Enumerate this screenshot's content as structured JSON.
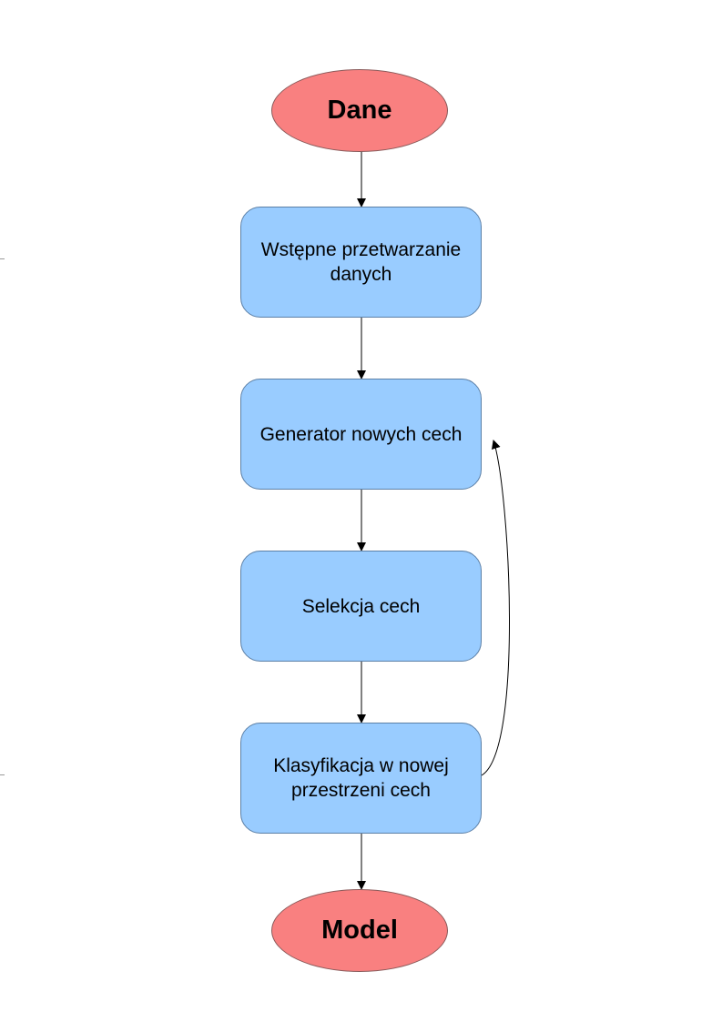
{
  "colors": {
    "terminal_fill": "#f98080",
    "process_fill": "#99ccff",
    "line": "#000000"
  },
  "nodes": {
    "start": {
      "label": "Dane"
    },
    "preprocess": {
      "label": "Wstępne przetwarzanie\ndanych"
    },
    "generator": {
      "label": "Generator nowych cech"
    },
    "selection": {
      "label": "Selekcja cech"
    },
    "classification": {
      "label": "Klasyfikacja w nowej\nprzestrzeni cech"
    },
    "end": {
      "label": "Model"
    }
  },
  "edges": [
    {
      "from": "start",
      "to": "preprocess"
    },
    {
      "from": "preprocess",
      "to": "generator"
    },
    {
      "from": "generator",
      "to": "selection"
    },
    {
      "from": "selection",
      "to": "classification"
    },
    {
      "from": "classification",
      "to": "end"
    },
    {
      "from": "classification",
      "to": "generator"
    }
  ]
}
